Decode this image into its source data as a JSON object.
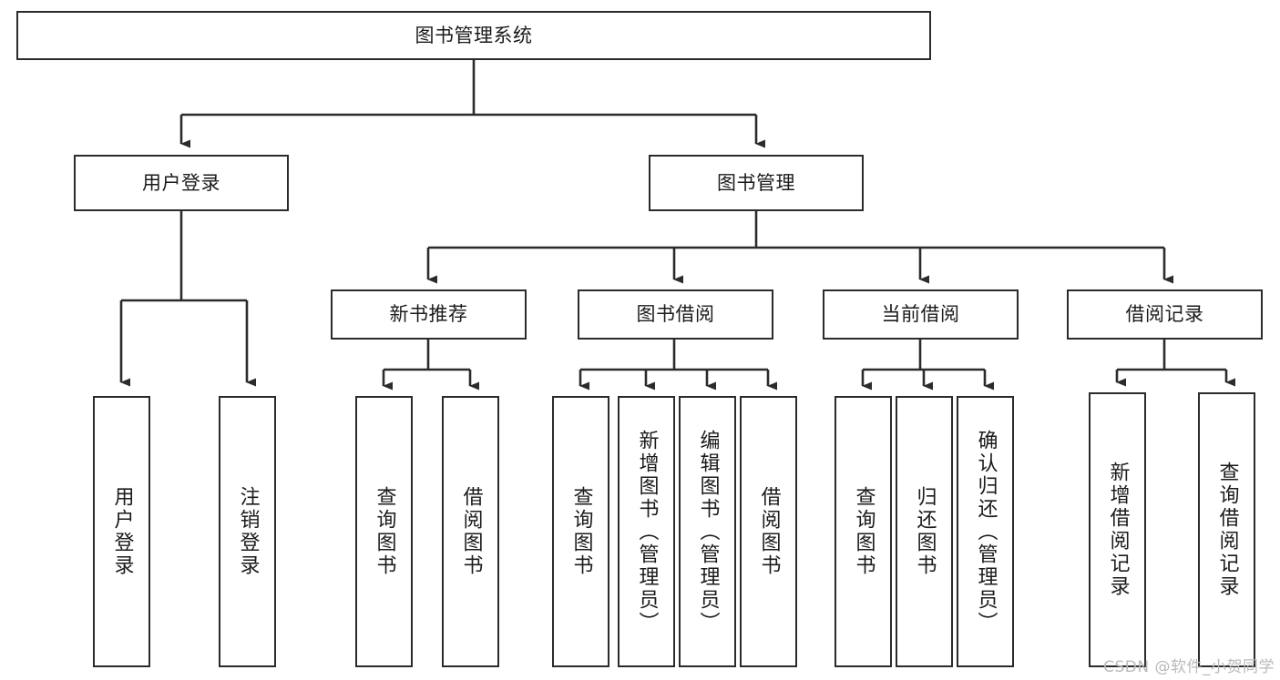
{
  "diagram": {
    "title": "图书管理系统",
    "watermark": "CSDN @软件_小贺同学",
    "line_color": "#2b2b2b",
    "box_fill": "#ffffff",
    "text_color": "#1b1b1b",
    "nodes": {
      "root": "图书管理系统",
      "level2": {
        "user_login": "用户登录",
        "book_manage": "图书管理"
      },
      "level3": {
        "new_book_recommend": "新书推荐",
        "book_borrow": "图书借阅",
        "current_borrow": "当前借阅",
        "borrow_record": "借阅记录"
      },
      "leaves": {
        "user_login_1": "用户登录",
        "user_login_2": "注销登录",
        "new_book_1": "查询图书",
        "new_book_2": "借阅图书",
        "book_borrow_1": "查询图书",
        "book_borrow_2": "新增图书（管理员）",
        "book_borrow_3": "编辑图书（管理员）",
        "book_borrow_4": "借阅图书",
        "current_borrow_1": "查询图书",
        "current_borrow_2": "归还图书",
        "current_borrow_3": "确认归还（管理员）",
        "borrow_record_1": "新增借阅记录",
        "borrow_record_2": "查询借阅记录"
      }
    }
  }
}
